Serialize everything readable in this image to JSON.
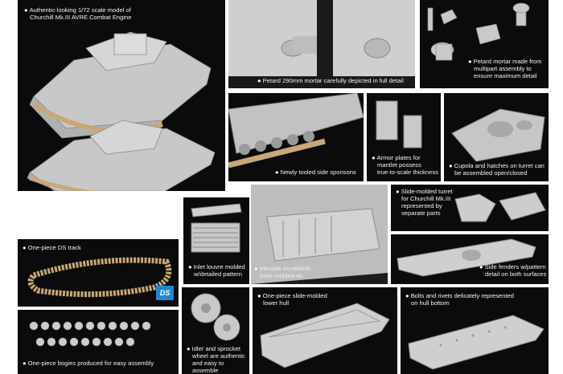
{
  "captions": {
    "main_model": [
      "Authentic-looking 1/72 scale model of",
      "Churchill Mk.III AVRE Combat Engine"
    ],
    "petard_mortar": "Petard 290mm mortar carefully depicted in full detail",
    "mortar_multipart": [
      "Petard mortar made from",
      "multipart assembly to",
      "ensure maximum detail"
    ],
    "side_sponsons": "Newly tooled side sponsons",
    "armor_plates": [
      "Armor plates for",
      "mantlet possess",
      "true-to-scale thickness"
    ],
    "cupola_hatches": [
      "Cupola and hatches on turret can",
      "be assembled open/closed"
    ],
    "slide_turret": [
      "Slide-molded turret",
      "for Churchill Mk.III",
      "represented by",
      "separate parts"
    ],
    "ds_track": "One-piece DS track",
    "ds_logo": "DS",
    "inlet_louvre": [
      "Inlet louvre molded",
      "w/detailed pattern"
    ],
    "vehicle_tools": [
      "Intricate on-vehicle",
      "tools molded on"
    ],
    "side_fenders": [
      "Side fenders w/pattern",
      "detail on both surfaces"
    ],
    "lower_hull": [
      "One-piece slide-molded",
      "lower hull"
    ],
    "bolts_rivets": [
      "Bolts and rivets delicately represented",
      "on hull bottom"
    ],
    "bogies": "One-piece bogies produced for easy assembly",
    "idler_sprocket": [
      "Idler and sprocket",
      "wheel are authentic",
      "and easy to assemble"
    ]
  },
  "colors": {
    "panel_bg": "#0b0b0b",
    "plastic_grey": "#c9c9c9",
    "track_tan": "#c8a878",
    "ds_blue": "#1f86d0"
  }
}
